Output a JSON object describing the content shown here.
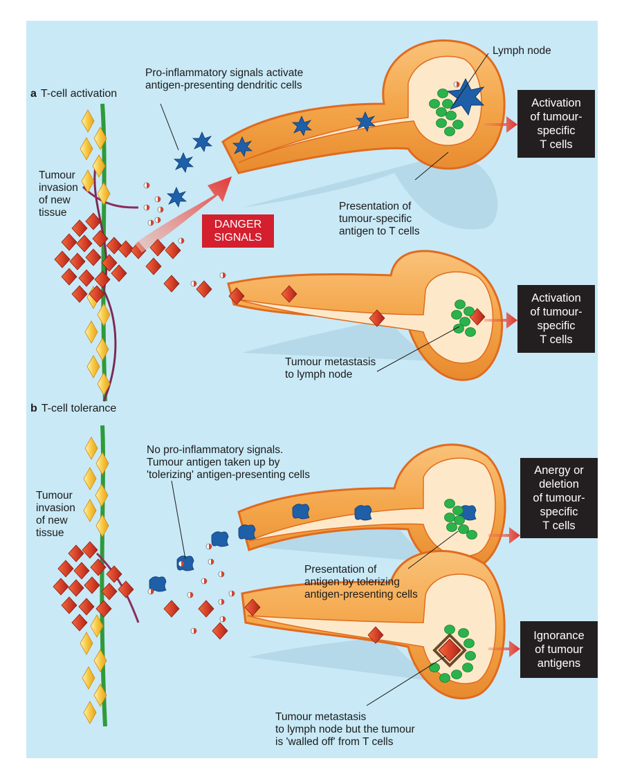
{
  "colors": {
    "background": "#c9e9f6",
    "tube": "#f4a64a",
    "tube_outline": "#e06a1e",
    "node_inner": "#fde9c9",
    "t_cell": "#2bb24c",
    "dendritic_cell": "#1e5fa8",
    "tumour_cell": "#d9432a",
    "tissue_yellow": "#f7c843",
    "label_box": "#231f20",
    "danger": "#d41f2e"
  },
  "panel_a": {
    "letter": "a",
    "title": "T-cell activation",
    "tumour_label": "Tumour\ninvasion\nof new\ntissue",
    "signals_label": "Pro-inflammatory signals activate\nantigen-presenting dendritic cells",
    "danger_label": "DANGER\nSIGNALS",
    "lymph_node_label": "Lymph node",
    "presentation_label": "Presentation of\ntumour-specific\nantigen to T cells",
    "metastasis_label": "Tumour metastasis\nto lymph node",
    "outcome_1": "Activation\nof tumour-\nspecific\nT cells",
    "outcome_2": "Activation\nof tumour-\nspecific\nT cells"
  },
  "panel_b": {
    "letter": "b",
    "title": "T-cell tolerance",
    "tumour_label": "Tumour\ninvasion\nof new\ntissue",
    "signals_label": "No pro-inflammatory signals.\nTumour antigen taken up by\n'tolerizing' antigen-presenting cells",
    "presentation_label": "Presentation of\nantigen by tolerizing\nantigen-presenting cells",
    "metastasis_label": "Tumour metastasis\nto lymph node but the tumour\nis 'walled off' from T cells",
    "outcome_1": "Anergy or\ndeletion\nof tumour-\nspecific\nT cells",
    "outcome_2": "Ignorance\nof tumour\nantigens"
  }
}
